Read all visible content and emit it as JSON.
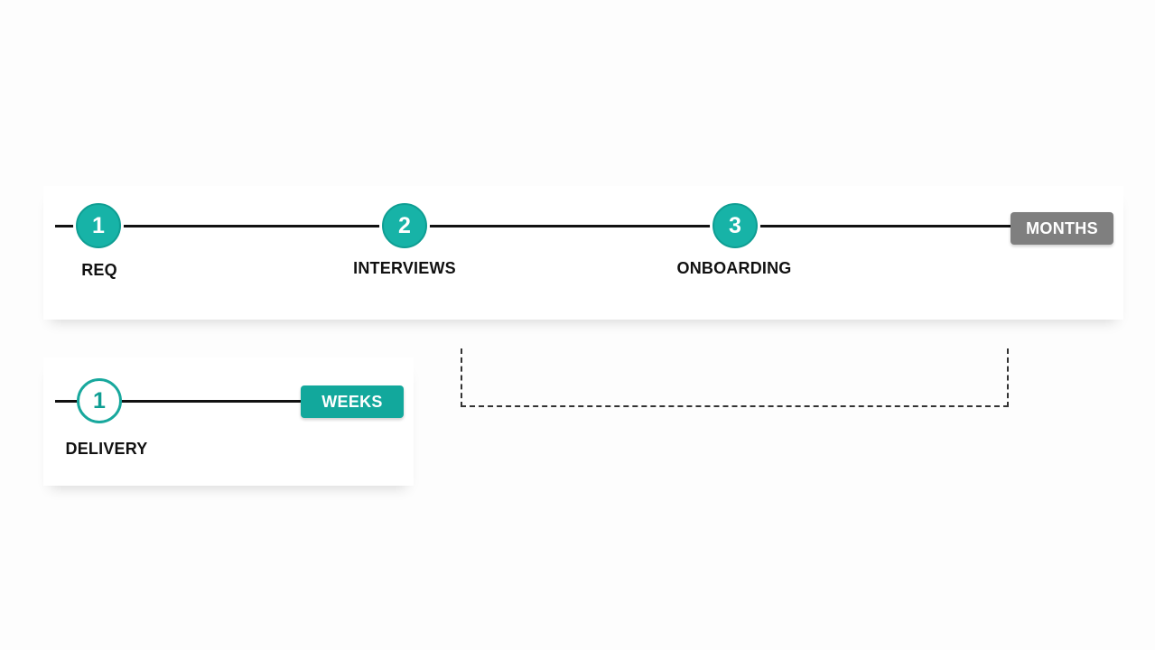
{
  "colors": {
    "accent": "#17b3a7",
    "months_pill": "#7f7f7f",
    "weeks_pill": "#12a89c",
    "line": "#111111"
  },
  "top_timeline": {
    "steps": [
      {
        "number": "1",
        "label": "REQ"
      },
      {
        "number": "2",
        "label": "INTERVIEWS"
      },
      {
        "number": "3",
        "label": "ONBOARDING"
      }
    ],
    "duration": "MONTHS"
  },
  "bottom_timeline": {
    "steps": [
      {
        "number": "1",
        "label": "DELIVERY"
      }
    ],
    "duration": "WEEKS"
  }
}
